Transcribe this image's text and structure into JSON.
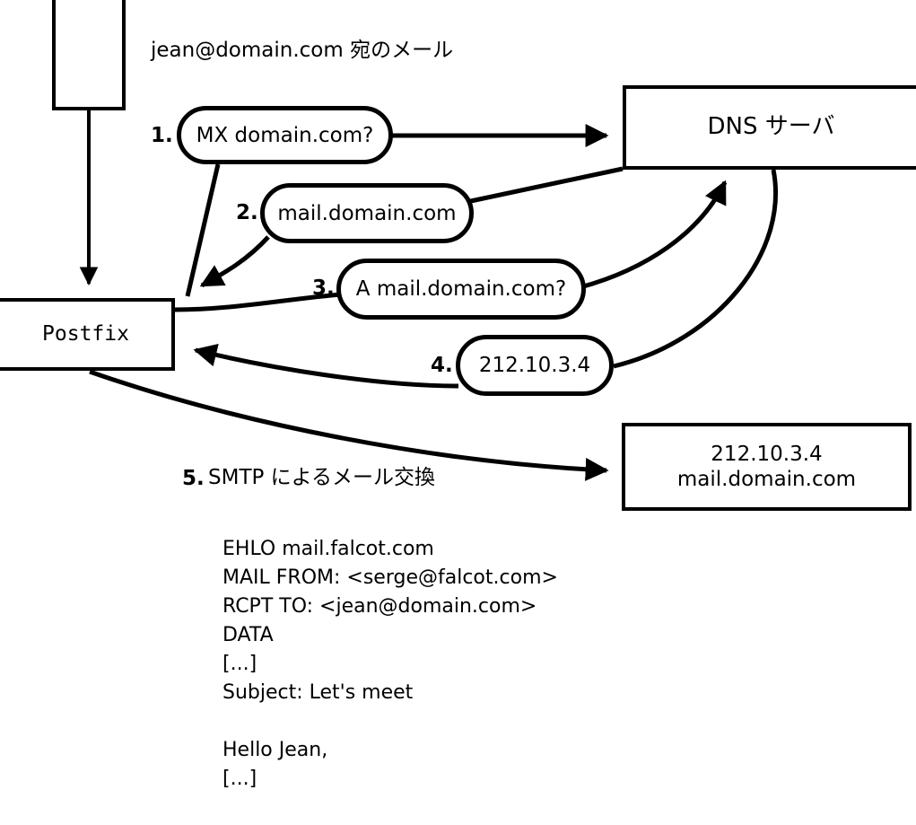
{
  "diagram": {
    "title_caption": "jean@domain.com 宛のメール",
    "nodes": {
      "client": {
        "label": ""
      },
      "postfix": {
        "label": "Postfix"
      },
      "dns_server": {
        "label": "DNS サーバ"
      },
      "mail_server": {
        "line1": "212.10.3.4",
        "line2": "mail.domain.com"
      }
    },
    "steps": [
      {
        "number": "1.",
        "label": "MX domain.com?"
      },
      {
        "number": "2.",
        "label": "mail.domain.com"
      },
      {
        "number": "3.",
        "label": "A mail.domain.com?"
      },
      {
        "number": "4.",
        "label": "212.10.3.4"
      },
      {
        "number": "5.",
        "label": "SMTP によるメール交換"
      }
    ],
    "smtp_transcript": "EHLO mail.falcot.com\nMAIL FROM: <serge@falcot.com>\nRCPT TO: <jean@domain.com>\nDATA\n[...]\nSubject: Let's meet\n\nHello Jean,\n[...]\n\n."
  },
  "colors": {
    "stroke": "#000000",
    "background": "#ffffff"
  }
}
